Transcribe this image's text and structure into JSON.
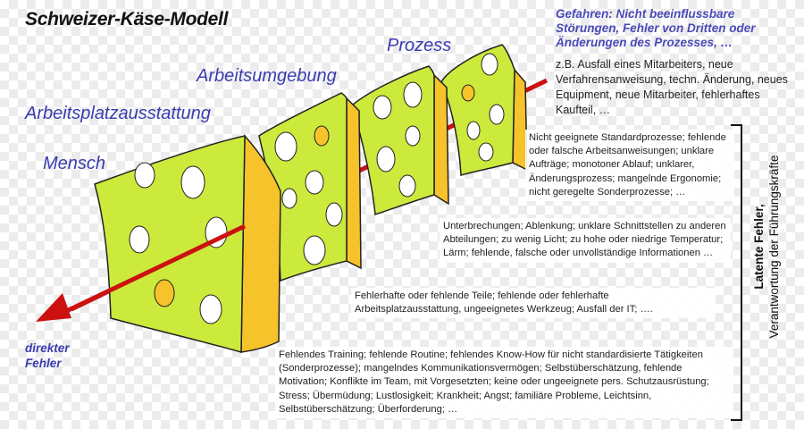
{
  "title": "Schweizer-Käse-Modell",
  "layers": {
    "prozess": "Prozess",
    "umgebung": "Arbeitsumgebung",
    "ausstattung": "Arbeitsplatzausstattung",
    "mensch": "Mensch"
  },
  "danger": {
    "title": "Gefahren: Nicht beeinflussbare Störungen, Fehler von Dritten oder Änderungen des Prozesses, …",
    "text": "z.B. Ausfall eines Mitarbeiters, neue Verfahrensanweisung, techn. Änderung, neues Equipment, neue Mitarbeiter, fehlerhaftes Kaufteil, …"
  },
  "notes": {
    "prozess": "Nicht geeignete Standardprozesse; fehlende oder falsche Arbeitsanweisungen; unklare Aufträge; monotoner Ablauf; unklarer, Änderungsprozess; mangelnde Ergonomie; nicht geregelte Sonderprozesse; …",
    "umgebung": "Unterbrechungen; Ablenkung; unklare Schnittstellen zu anderen Abteilungen; zu wenig Licht; zu hohe oder niedrige Temperatur; Lärm; fehlende, falsche oder unvollständige Informationen …",
    "ausstattung": "Fehlerhafte oder fehlende Teile; fehlende oder fehlerhafte Arbeitsplatzausstattung, ungeeignetes Werkzeug; Ausfall der IT; ….",
    "mensch": "Fehlendes Training; fehlende Routine; fehlendes Know-How für nicht standardisierte Tätigkeiten (Sonderprozesse); mangelndes Kommunikationsvermögen; Selbstüberschätzung, fehlende Motivation; Konflikte im Team, mit Vorgesetzten; keine oder ungeeignete pers. Schutzausrüstung; Stress; Übermüdung; Lustlosigkeit; Krankheit; Angst; familiäre Probleme, Leichtsinn, Selbstüberschätzung; Überforderung; …"
  },
  "direct_error": "direkter Fehler",
  "latent": {
    "line1": "Latente Fehler,",
    "line2": "Verantwortung der Führungskräfte"
  },
  "colors": {
    "cheese_face": "#cbea3c",
    "cheese_side": "#f7c32a",
    "arrow": "#cc1111",
    "label_blue": "#3b3bb0"
  }
}
